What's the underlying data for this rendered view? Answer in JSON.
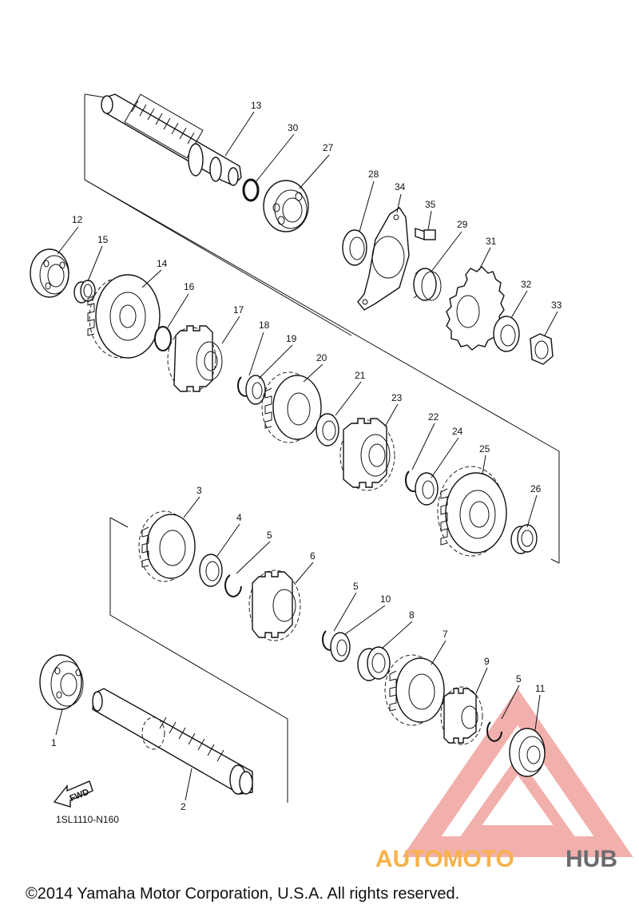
{
  "diagram": {
    "drawing_code": "1SL1110-N160",
    "copyright": "©2014 Yamaha Motor Corporation, U.S.A. All rights reserved.",
    "fwd_label": "FWD",
    "callouts": [
      {
        "id": "13",
        "label": "13"
      },
      {
        "id": "30",
        "label": "30"
      },
      {
        "id": "27",
        "label": "27"
      },
      {
        "id": "28",
        "label": "28"
      },
      {
        "id": "34",
        "label": "34"
      },
      {
        "id": "35",
        "label": "35"
      },
      {
        "id": "29",
        "label": "29"
      },
      {
        "id": "31",
        "label": "31"
      },
      {
        "id": "32",
        "label": "32"
      },
      {
        "id": "33",
        "label": "33"
      },
      {
        "id": "12",
        "label": "12"
      },
      {
        "id": "15",
        "label": "15"
      },
      {
        "id": "14",
        "label": "14"
      },
      {
        "id": "16",
        "label": "16"
      },
      {
        "id": "17",
        "label": "17"
      },
      {
        "id": "18",
        "label": "18"
      },
      {
        "id": "19",
        "label": "19"
      },
      {
        "id": "20",
        "label": "20"
      },
      {
        "id": "21",
        "label": "21"
      },
      {
        "id": "23",
        "label": "23"
      },
      {
        "id": "22",
        "label": "22"
      },
      {
        "id": "24",
        "label": "24"
      },
      {
        "id": "25",
        "label": "25"
      },
      {
        "id": "26",
        "label": "26"
      },
      {
        "id": "3",
        "label": "3"
      },
      {
        "id": "4",
        "label": "4"
      },
      {
        "id": "5a",
        "label": "5"
      },
      {
        "id": "6",
        "label": "6"
      },
      {
        "id": "5b",
        "label": "5"
      },
      {
        "id": "10",
        "label": "10"
      },
      {
        "id": "8",
        "label": "8"
      },
      {
        "id": "7",
        "label": "7"
      },
      {
        "id": "9",
        "label": "9"
      },
      {
        "id": "5c",
        "label": "5"
      },
      {
        "id": "11",
        "label": "11"
      },
      {
        "id": "1",
        "label": "1"
      },
      {
        "id": "2",
        "label": "2"
      }
    ]
  },
  "watermark": {
    "part1": "AUTOMOTO",
    "part2": "HUB",
    "color_orange": "#f6b24a",
    "color_gray": "#6b6b6b",
    "triangle_color": "#e8706a"
  }
}
